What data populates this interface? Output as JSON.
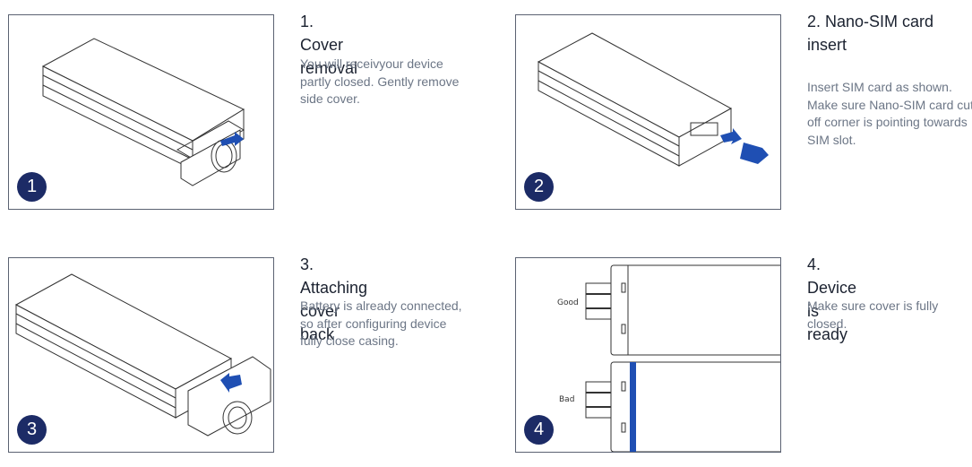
{
  "steps": [
    {
      "number": "1",
      "title": "1. Cover removal",
      "description": "You will receivyour device\npartly closed. Gently remove\nside cover.",
      "illustration": "device-cover-removal-illustration"
    },
    {
      "number": "2",
      "title": "2. Nano-SIM card\ninsert",
      "description": "Insert SIM card as shown.\nMake sure Nano-SIM card cut\noff corner is pointing towards\nSIM slot.",
      "illustration": "sim-card-insert-illustration"
    },
    {
      "number": "3",
      "title": "3. Attaching cover back",
      "description": "Battery is already connected,\nso after configuring device\nfully close casing.",
      "illustration": "cover-attach-illustration"
    },
    {
      "number": "4",
      "title": "4. Device is ready",
      "description": "Make sure cover is fully\nclosed.",
      "illustration": "cover-closed-comparison-illustration",
      "labels": {
        "good": "Good",
        "bad": "Bad"
      }
    }
  ],
  "colors": {
    "badge": "#1c2b66",
    "accent_arrow": "#1f4fb3",
    "frame_border": "#5b6272"
  }
}
